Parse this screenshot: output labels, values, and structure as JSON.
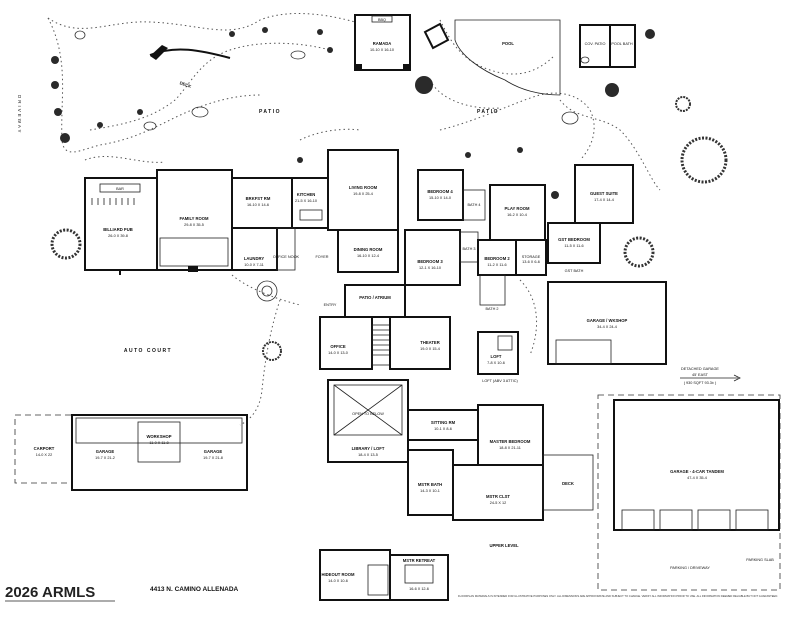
{
  "address": "4413 N. CAMINO ALLENADA",
  "watermark": "2026 ARMLS",
  "disclaimer": "FLOORPLAN MATERIALS IS INTENDED FOR ILLUSTRATIVE PURPOSES ONLY. ALL DIMENSIONS ARE APPROXIMATE AND SUBJECT TO CHANGE. VERIFY ALL INFORMATION PRIOR TO USE. ALL INFORMATION DEEMED RELIABLE BUT NOT GUARANTEED.",
  "site": {
    "driveway": "DRIVEWAY",
    "deck": "DECK",
    "patio_left": "PATIO",
    "patio_right": "PATIO",
    "pool": "POOL",
    "auto_court": "AUTO COURT",
    "ramada": "RAMADA",
    "ramada_dim": "10-10 X 16-10",
    "bbq": "BBQ",
    "cov_patio": "COV. PATIO",
    "pool_bath": "POOL BATH"
  },
  "rooms": {
    "bar": "BAR",
    "billiard": "BILLIARD PUB",
    "billiard_dim": "26-0 X 39-8",
    "family": "FAMILY ROOM",
    "family_dim": "29-8 X 35-5",
    "breakfast": "BRKFST RM",
    "breakfast_dim": "16-10 X 14-6",
    "kitchen": "KITCHEN",
    "kitchen_dim": "21-5 X 16-10",
    "laundry": "LAUNDRY",
    "laundry_dim": "10-0 X 7-11",
    "office_nook": "OFFICE NOOK",
    "foyer": "FOYER",
    "entry": "ENTRY",
    "living": "LIVING ROOM",
    "living_dim": "19-8 X 25-4",
    "dining": "DINING ROOM",
    "dining_dim": "16-10 X 12-4",
    "patio_atrium": "PATIO / ATRIUM",
    "office": "OFFICE",
    "office_dim": "14-0 X 13-0",
    "theater": "THEATER",
    "theater_dim": "19-0 X 15-4",
    "bedroom4": "BEDROOM 4",
    "bedroom4_dim": "15-10 X 14-0",
    "bath4": "BATH 4",
    "bedroom3": "BEDROOM 3",
    "bedroom3_dim": "12-1 X 16-10",
    "bedroom2": "BEDROOM 2",
    "bedroom2_dim": "11-2 X 11-6",
    "play": "PLAY ROOM",
    "play_dim": "16-2 X 10-4",
    "storage": "STORAGE",
    "storage_dim": "13-6 X 6-6",
    "guest_suite": "GUEST SUITE",
    "guest_suite_dim": "17-4 X 14-4",
    "guest_bedroom": "GST BEDROOM",
    "guest_bedroom_dim": "11-5 X 11-6",
    "gst_bath": "GST BATH",
    "bath3": "BATH 3",
    "bath2": "BATH 2",
    "garage_workshop": "GARAGE / WKSHOP",
    "garage_workshop_dim": "34-4 X 24-4",
    "loft": "LOFT",
    "loft_dim": "7-8 X 10-6",
    "loft_caption": "LOFT (ABV 3 ATTIC)"
  },
  "upper": {
    "label": "UPPER LEVEL",
    "open_below": "OPEN TO BELOW",
    "library": "LIBRARY / LOFT",
    "library_dim": "18-4 X 13-5",
    "sitting": "SITTING RM",
    "sitting_dim": "10-1 X 8-6",
    "master_bedroom": "MASTER BEDROOM",
    "master_bedroom_dim": "18-8 X 21-11",
    "mstr_bath": "MSTR BATH",
    "mstr_bath_dim": "14-3 X 10-1",
    "mstr_clst": "MSTR CLST",
    "mstr_clst_dim": "24-5 X 12",
    "deck": "DECK",
    "hideout": "HIDEOUT ROOM",
    "hideout_dim": "14-0 X 10-6",
    "retreat": "MSTR RETREAT",
    "retreat_dim": "16-6 X 12-6"
  },
  "garages": {
    "carport": "CARPORT",
    "carport_dim": "14-0 X 22",
    "garage_a": "GARAGE",
    "garage_a_dim": "19-7 X 21-2",
    "workshop": "WORKSHOP",
    "workshop_dim": "11-0 X 11-8",
    "garage_b": "GARAGE",
    "garage_b_dim": "19-7 X 21-8",
    "detached": "DETACHED GARAGE",
    "detached_dist": "45' EAST",
    "detached_sqft": "( 930 SQFT 93.3± )",
    "garage_4car": "GARAGE - 4-CAR TANDEM",
    "garage_4car_dim": "47-4 X 35-4",
    "parking_slab": "PARKING SLAB",
    "parking_driveway": "PARKING / DRIVEWAY"
  }
}
